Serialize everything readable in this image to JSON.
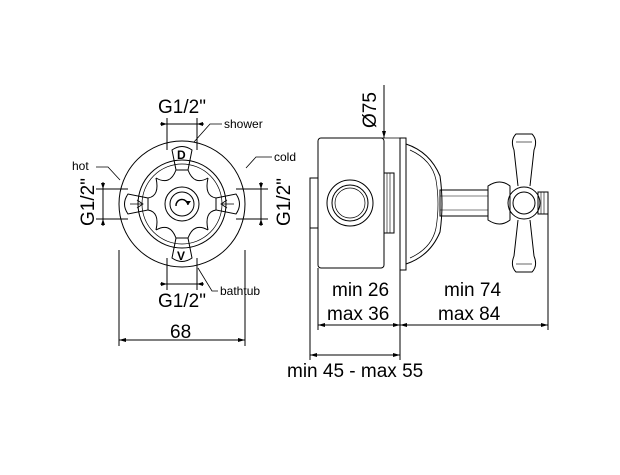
{
  "front_view": {
    "top_port": "G1/2\"",
    "bottom_port": "G1/2\"",
    "left_port": "G1/2\"",
    "right_port": "G1/2\"",
    "width": "68",
    "port_shower": "shower",
    "port_cold": "cold",
    "port_hot": "hot",
    "port_bathtub": "bathtub",
    "letter_top": "D",
    "letter_bottom": "V"
  },
  "side_view": {
    "plate_diameter": "Ø75",
    "body_min": "min 26",
    "body_max": "max 36",
    "handle_min": "min 74",
    "handle_max": "max 84",
    "total": "min 45 - max 55"
  }
}
